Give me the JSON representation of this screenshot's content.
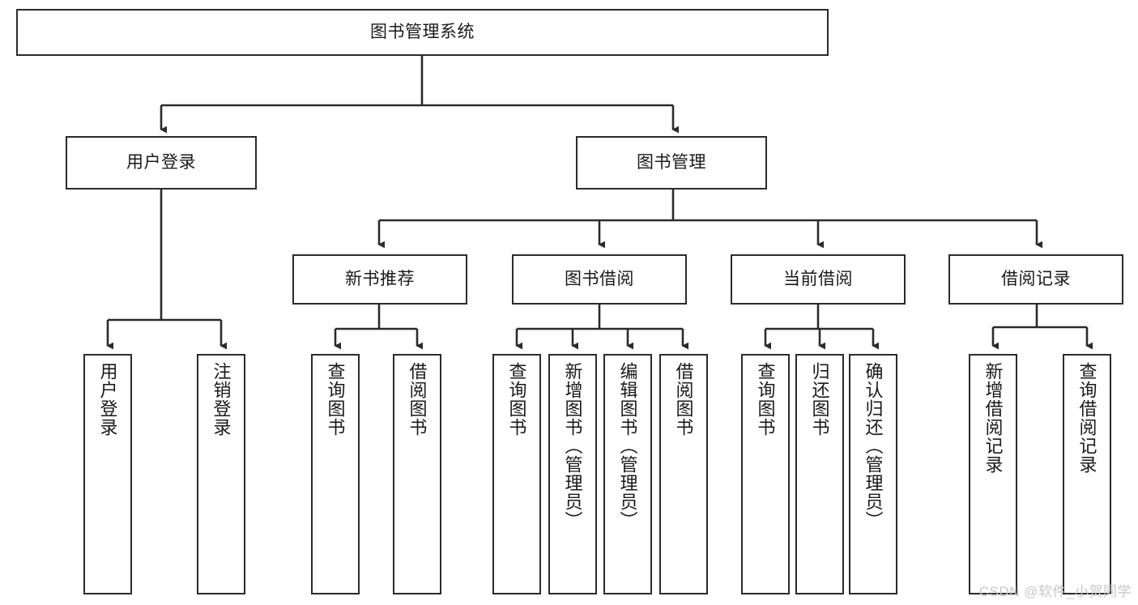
{
  "diagram": {
    "type": "tree-hierarchy-diagram",
    "title": "图书管理系统",
    "root": {
      "id": "root",
      "label": "图书管理系统"
    },
    "level2": [
      {
        "id": "user-login",
        "label": "用户登录"
      },
      {
        "id": "book-manage",
        "label": "图书管理"
      }
    ],
    "level3": [
      {
        "id": "new-book-recommend",
        "label": "新书推荐"
      },
      {
        "id": "book-borrow",
        "label": "图书借阅"
      },
      {
        "id": "current-borrow",
        "label": "当前借阅"
      },
      {
        "id": "borrow-record",
        "label": "借阅记录"
      }
    ],
    "leaves": [
      {
        "id": "leaf-user-login",
        "label": "用户登录",
        "parent": "user-login"
      },
      {
        "id": "leaf-user-logout",
        "label": "注销登录",
        "parent": "user-login"
      },
      {
        "id": "leaf-query-book-1",
        "label": "查询图书",
        "parent": "new-book-recommend"
      },
      {
        "id": "leaf-borrow-book-1",
        "label": "借阅图书",
        "parent": "new-book-recommend"
      },
      {
        "id": "leaf-query-book-2",
        "label": "查询图书",
        "parent": "book-borrow"
      },
      {
        "id": "leaf-add-book",
        "label": "新增图书（管理员）",
        "parent": "book-borrow"
      },
      {
        "id": "leaf-edit-book",
        "label": "编辑图书（管理员）",
        "parent": "book-borrow"
      },
      {
        "id": "leaf-borrow-book-2",
        "label": "借阅图书",
        "parent": "book-borrow"
      },
      {
        "id": "leaf-query-book-3",
        "label": "查询图书",
        "parent": "current-borrow"
      },
      {
        "id": "leaf-return-book",
        "label": "归还图书",
        "parent": "current-borrow"
      },
      {
        "id": "leaf-confirm-return",
        "label": "确认归还（管理员）",
        "parent": "current-borrow"
      },
      {
        "id": "leaf-add-record",
        "label": "新增借阅记录",
        "parent": "borrow-record"
      },
      {
        "id": "leaf-query-record",
        "label": "查询借阅记录",
        "parent": "borrow-record"
      }
    ],
    "colors": {
      "stroke": "#2b2b2b",
      "fill": "#ffffff",
      "text": "#1a1a1a",
      "watermark": "#c7c7c7"
    }
  },
  "watermark": {
    "text": "CSDN @软件_小贺同学"
  }
}
